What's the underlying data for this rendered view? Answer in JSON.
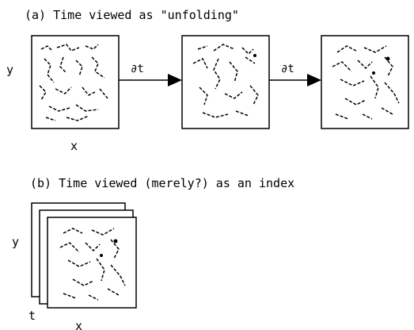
{
  "panel_a": {
    "caption": "(a) Time viewed as \"unfolding\"",
    "axis_y": "y",
    "axis_x": "x",
    "arrow_labels": [
      "∂t",
      "∂t"
    ]
  },
  "panel_b": {
    "caption": "(b) Time viewed (merely?) as an index",
    "axis_y": "y",
    "axis_t": "t",
    "axis_x": "x"
  },
  "colors": {
    "ink": "#000000",
    "background": "#ffffff"
  }
}
